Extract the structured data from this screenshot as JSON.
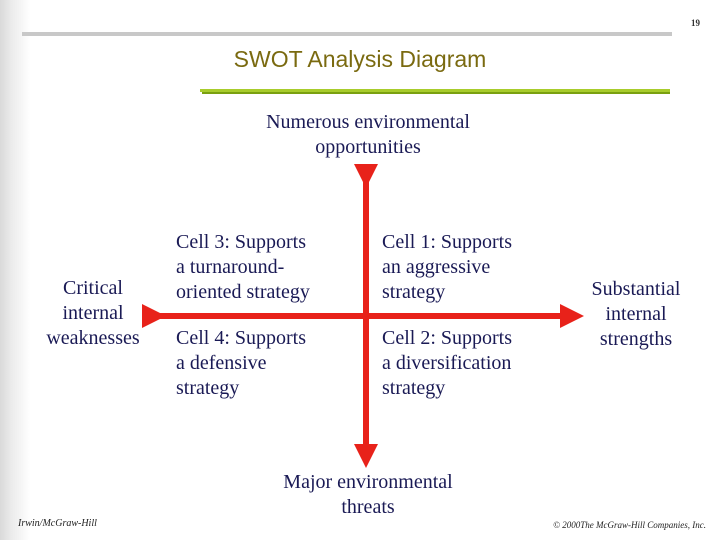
{
  "page_number": "19",
  "title": "SWOT Analysis Diagram",
  "top_label": [
    "Numerous environmental",
    "opportunities"
  ],
  "bottom_label": [
    "Major environmental",
    "threats"
  ],
  "left_label": [
    "Critical",
    "internal",
    "weaknesses"
  ],
  "right_label": [
    "Substantial",
    "internal",
    "strengths"
  ],
  "cells": {
    "cell3": [
      "Cell 3:  Supports",
      "a turnaround-",
      "oriented strategy"
    ],
    "cell1": [
      "Cell 1:  Supports",
      "an aggressive",
      "strategy"
    ],
    "cell4": [
      "Cell 4:  Supports",
      "a defensive",
      "strategy"
    ],
    "cell2": [
      "Cell 2:  Supports",
      "a diversification",
      "strategy"
    ]
  },
  "footer": {
    "publisher": "Irwin/McGraw-Hill",
    "copyright": "© 2000The McGraw-Hill Companies, Inc."
  },
  "colors": {
    "arrow": "#e8221a",
    "title": "#7a6a10",
    "text": "#1a1a55",
    "underline": "#a8cc2c"
  }
}
